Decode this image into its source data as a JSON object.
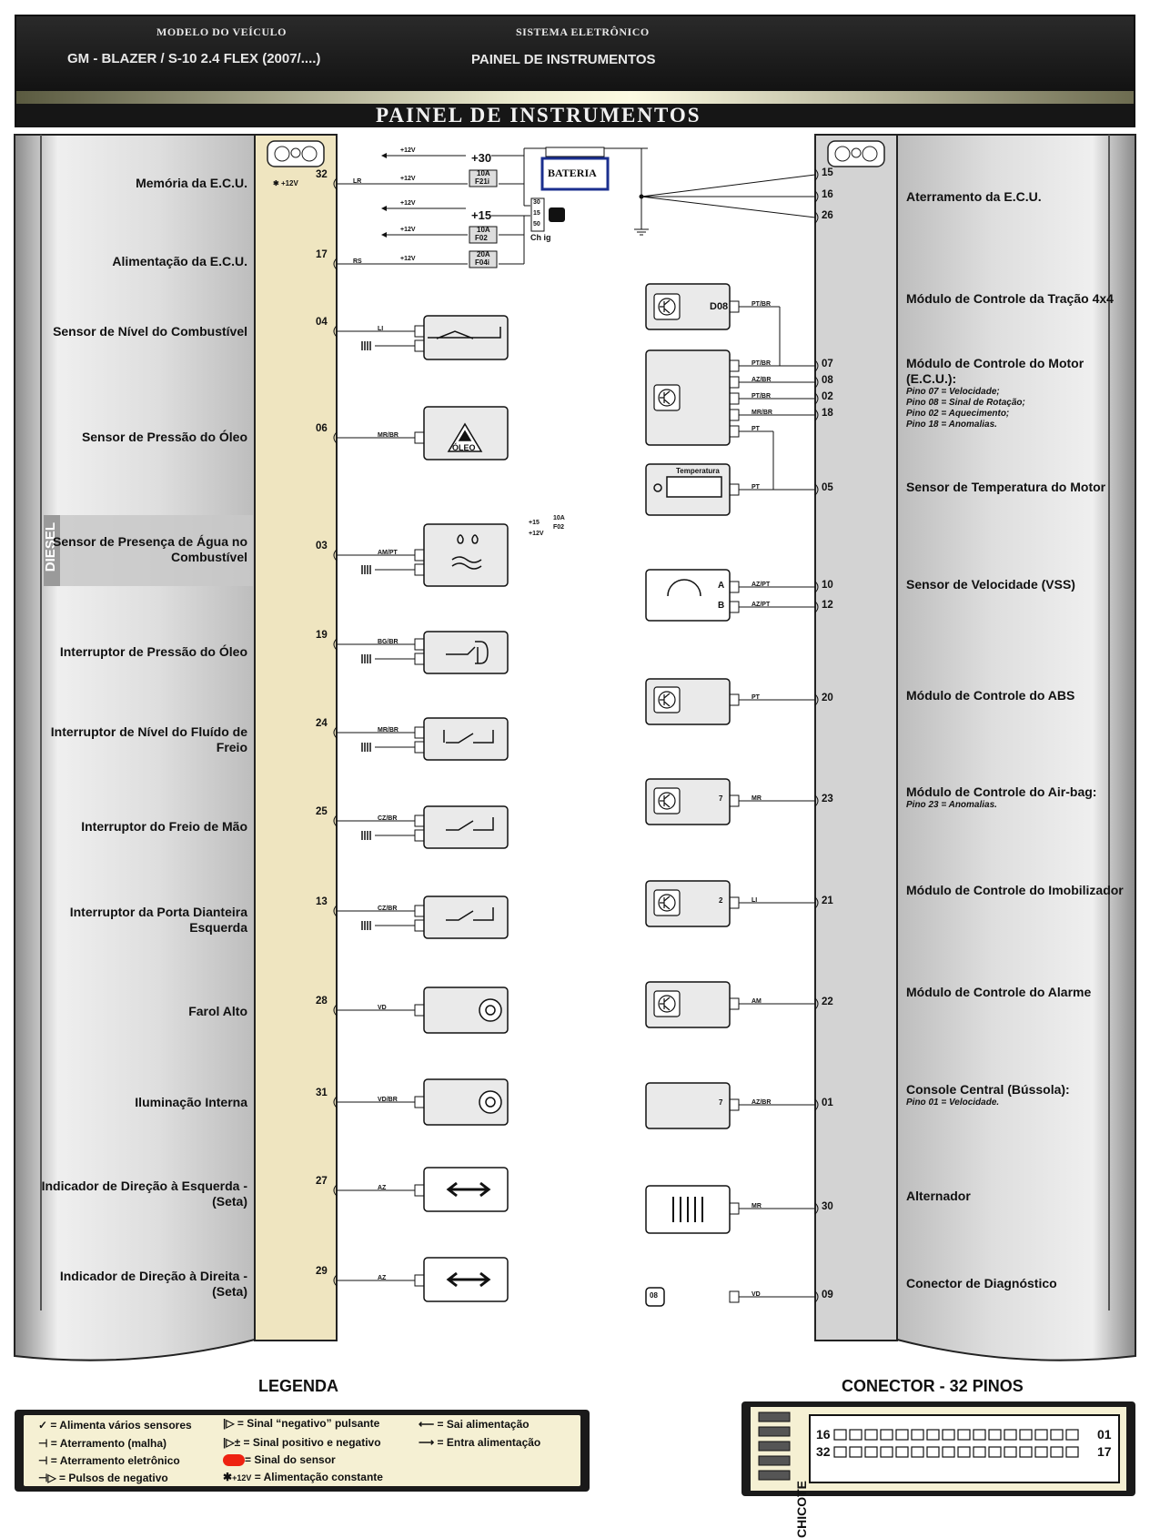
{
  "header": {
    "model_label": "MODELO DO VEÍCULO",
    "model_value": "GM - BLAZER / S-10 2.4 FLEX (2007/....)",
    "system_label": "SISTEMA ELETRÔNICO",
    "system_value": "PAINEL DE INSTRUMENTOS",
    "title": "PAINEL DE INSTRUMENTOS"
  },
  "left_items": [
    {
      "label": "Memória da E.C.U.",
      "pin": "32",
      "wire": "LR"
    },
    {
      "label": "Alimentação da E.C.U.",
      "pin": "17",
      "wire": "RS"
    },
    {
      "label": "Sensor de Nível do Combustível",
      "pin": "04",
      "wire": "LI"
    },
    {
      "label": "Sensor de Pressão do Óleo",
      "pin": "06",
      "wire": "MR/BR"
    },
    {
      "label": "Sensor de Presença de Água no Combustível",
      "pin": "03",
      "wire": "AM/PT"
    },
    {
      "label": "Interruptor de Pressão do Óleo",
      "pin": "19",
      "wire": "BG/BR"
    },
    {
      "label": "Interruptor de Nível do Fluído de Freio",
      "pin": "24",
      "wire": "MR/BR"
    },
    {
      "label": "Interruptor do Freio de Mão",
      "pin": "25",
      "wire": "CZ/BR"
    },
    {
      "label": "Interruptor da Porta Dianteira Esquerda",
      "pin": "13",
      "wire": "CZ/BR"
    },
    {
      "label": "Farol Alto",
      "pin": "28",
      "wire": "VD"
    },
    {
      "label": "Iluminação Interna",
      "pin": "31",
      "wire": "VD/BR"
    },
    {
      "label": "Indicador de Direção à Esquerda - (Seta)",
      "pin": "27",
      "wire": "AZ"
    },
    {
      "label": "Indicador de Direção à Direita - (Seta)",
      "pin": "29",
      "wire": "AZ"
    }
  ],
  "diesel_tag": "DIESEL",
  "memory_const": "+12V",
  "power": {
    "plus30": "+30",
    "plus15": "+15",
    "v12": "+12V",
    "battery": "BATERIA",
    "ignition": "Ch ig",
    "ign_terms": [
      "30",
      "15",
      "50"
    ],
    "fuses": [
      {
        "amp": "10A",
        "name": "F21i"
      },
      {
        "amp": "10A",
        "name": "F02"
      },
      {
        "amp": "20A",
        "name": "F04i"
      }
    ],
    "diesel_fuse": {
      "amp": "10A",
      "name": "F02",
      "supply": "+15",
      "v": "+12V"
    }
  },
  "right_items": [
    {
      "label": "Aterramento da E.C.U.",
      "pins": [
        "15",
        "16",
        "26"
      ]
    },
    {
      "label": "Módulo de Controle da Tração 4x4",
      "conn": "D08",
      "wire": "PT/BR"
    },
    {
      "label": "Módulo de Controle do Motor (E.C.U.):",
      "pins": [
        "07",
        "08",
        "02",
        "18"
      ],
      "wires": [
        "PT/BR",
        "AZ/BR",
        "PT/BR",
        "MR/BR",
        "PT"
      ],
      "notes": [
        "Pino 07 = Velocidade;",
        "Pino 08 = Sinal de Rotação;",
        "Pino 02 = Aquecimento;",
        "Pino 18 = Anomalias."
      ]
    },
    {
      "label": "Sensor de Temperatura do Motor",
      "pin": "05",
      "wire": "PT",
      "inner": "Temperatura"
    },
    {
      "label": "Sensor de Velocidade (VSS)",
      "pins": [
        "10",
        "12"
      ],
      "wires": [
        "AZ/PT",
        "AZ/PT"
      ],
      "terms": [
        "A",
        "B"
      ]
    },
    {
      "label": "Módulo de Controle do ABS",
      "pin": "20",
      "wire": "PT"
    },
    {
      "label": "Módulo de Controle do Air-bag:",
      "pin": "23",
      "wire": "MR",
      "term": "7",
      "notes": [
        "Pino 23 = Anomalias."
      ]
    },
    {
      "label": "Módulo de Controle do Imobilizador",
      "pin": "21",
      "wire": "LI",
      "term": "2"
    },
    {
      "label": "Módulo de Controle do Alarme",
      "pin": "22",
      "wire": "AM"
    },
    {
      "label": "Console Central (Bússola):",
      "pin": "01",
      "wire": "AZ/BR",
      "term": "7",
      "notes": [
        "Pino 01 = Velocidade."
      ]
    },
    {
      "label": "Alternador",
      "pin": "30",
      "wire": "MR"
    },
    {
      "label": "Conector de Diagnóstico",
      "pin": "09",
      "wire": "VD",
      "conn": "08"
    }
  ],
  "oil_sensor_text": "ÓLEO",
  "legend": {
    "title": "LEGENDA",
    "items": [
      "= Alimenta vários sensores",
      "= Aterramento (malha)",
      "= Aterramento eletrônico",
      "= Pulsos de negativo",
      "= Sinal “negativo” pulsante",
      "= Sinal positivo e negativo",
      "= Sinal do sensor",
      "= Alimentação constante",
      "= Sai alimentação",
      "= Entra alimentação"
    ],
    "const_tag": "+12V"
  },
  "connector": {
    "title": "CONECTOR - 32 PINOS",
    "harness": "CHICOTE",
    "row1_left": "16",
    "row1_right": "01",
    "row2_left": "32",
    "row2_right": "17"
  },
  "colors": {
    "panel_beige": "#efe5c0",
    "panel_grey": "#d3d3d3",
    "battery_border": "#1b2f8f",
    "legend_bg": "#f5f0d3"
  }
}
